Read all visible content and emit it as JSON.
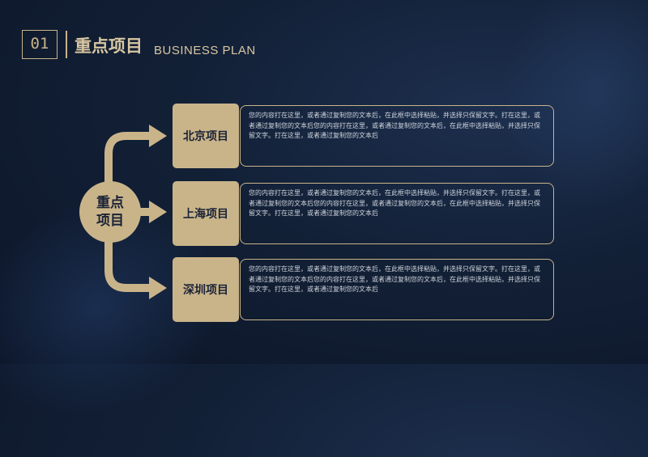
{
  "header": {
    "number": "01",
    "title": "重点项目",
    "subtitle": "BUSINESS PLAN"
  },
  "center": {
    "line1": "重点",
    "line2": "项目"
  },
  "projects": [
    {
      "label": "北京项目",
      "text": "您的内容打在这里，或者通过复制您的文本后，在此框中选择粘贴，并选择只保留文字。打在这里，或者通过复制您的文本后您的内容打在这里，或者通过复制您的文本后，在此框中选择粘贴，并选择只保留文字。打在这里，或者通过复制您的文本后"
    },
    {
      "label": "上海项目",
      "text": "您的内容打在这里，或者通过复制您的文本后，在此框中选择粘贴，并选择只保留文字。打在这里，或者通过复制您的文本后您的内容打在这里，或者通过复制您的文本后，在此框中选择粘贴，并选择只保留文字。打在这里，或者通过复制您的文本后"
    },
    {
      "label": "深圳项目",
      "text": "您的内容打在这里，或者通过复制您的文本后，在此框中选择粘贴，并选择只保留文字。打在这里，或者通过复制您的文本后您的内容打在这里，或者通过复制您的文本后，在此框中选择粘贴，并选择只保留文字。打在这里，或者通过复制您的文本后"
    }
  ],
  "colors": {
    "accent": "#c9b48a",
    "background": "#122036",
    "text": "#cfd4dc"
  }
}
